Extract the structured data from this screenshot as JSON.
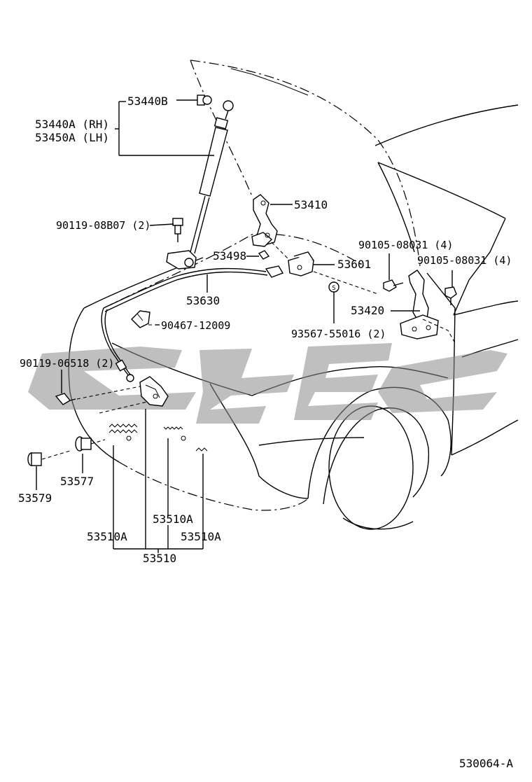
{
  "labels": {
    "p53440B": "53440B",
    "p53440A": "53440A (RH)",
    "p53450A": "53450A (LH)",
    "p53410": "53410",
    "p90119_08B07": "90119-08B07 (2)",
    "p53498": "53498",
    "p53601": "53601",
    "p90105_08031_a": "90105-08031 (4)",
    "p90105_08031_b": "90105-08031 (4)",
    "p53630": "53630",
    "p53420": "53420",
    "p90467_12009": "90467-12009",
    "p93567_55016": "93567-55016 (2)",
    "p90119_06518": "90119-06518 (2)",
    "p53577": "53577",
    "p53579": "53579",
    "p53510A_mid": "53510A",
    "p53510A_left": "53510A",
    "p53510A_right": "53510A",
    "p53510": "53510"
  },
  "watermark": "ꓢ",
  "diagram_id": "530064-A",
  "colors": {
    "line": "#000000",
    "background": "#ffffff",
    "watermark": "#8a8a8a"
  }
}
